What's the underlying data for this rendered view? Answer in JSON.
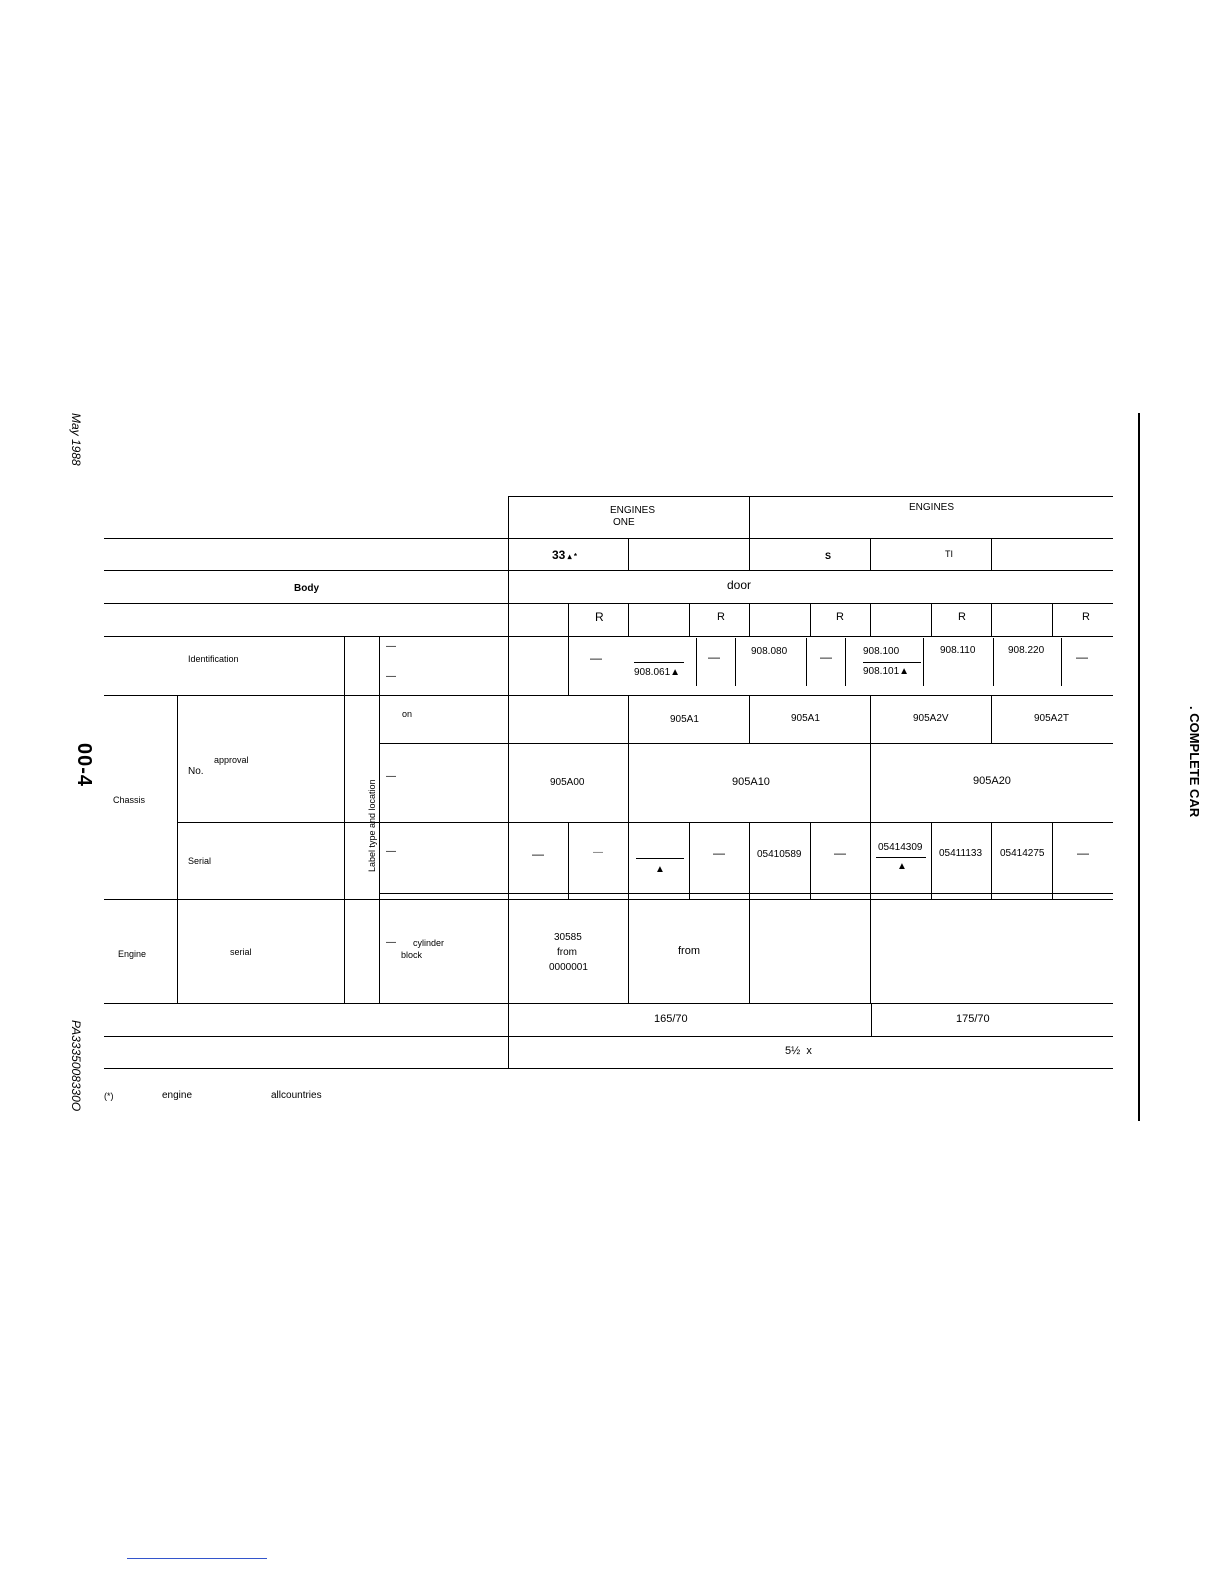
{
  "margin": {
    "date": "May 1988",
    "page_number": "00-4",
    "reference": "PA3335008330O",
    "right_heading": ". COMPLETE CAR"
  },
  "table": {
    "group_a_header": [
      "ENGINES",
      "ONE"
    ],
    "group_b_header": "ENGINES",
    "version_a1": "33",
    "version_b1": "S",
    "version_b2": "TI",
    "body_label": "Body",
    "body_value": "door",
    "r_marks": [
      "R",
      "R",
      "R",
      "R",
      "R"
    ],
    "identification_label": "Identification",
    "ident_values": {
      "c1": "—",
      "c2_bottom": "908.061",
      "c3": "—",
      "c4_top": "908.080",
      "c5": "—",
      "c6_top": "908.100",
      "c6_bottom": "908.101",
      "c7": "908.110",
      "c8": "908.220",
      "c9": "—"
    },
    "on_label": "on",
    "type_codes": [
      "905A1",
      "905A1",
      "905A2V",
      "905A2T"
    ],
    "approval_label": [
      "approval",
      "No."
    ],
    "chassis_label": "Chassis",
    "approval_codes": [
      "905A00",
      "905A10",
      "905A20"
    ],
    "serial_label": "Serial",
    "serial_values": {
      "c1": "—",
      "c2": "—",
      "c4": "—",
      "c5": "05410589",
      "c6": "—",
      "c7_top": "05414309",
      "c8": "05411133",
      "c9": "05414275",
      "c10": "—"
    },
    "label_column": "Label type and location",
    "dash": "—",
    "engine_label": "Engine",
    "engine_serial_label": "serial",
    "cylinder_block_label": [
      "cylinder",
      "block"
    ],
    "engine_values": [
      "30585",
      "from",
      "0000001"
    ],
    "engine_from_b": "from",
    "tyre_a": "165/70",
    "tyre_b": "175/70",
    "rim": "5½  x",
    "footnote": [
      "(*)",
      "engine",
      "allcountries"
    ]
  }
}
